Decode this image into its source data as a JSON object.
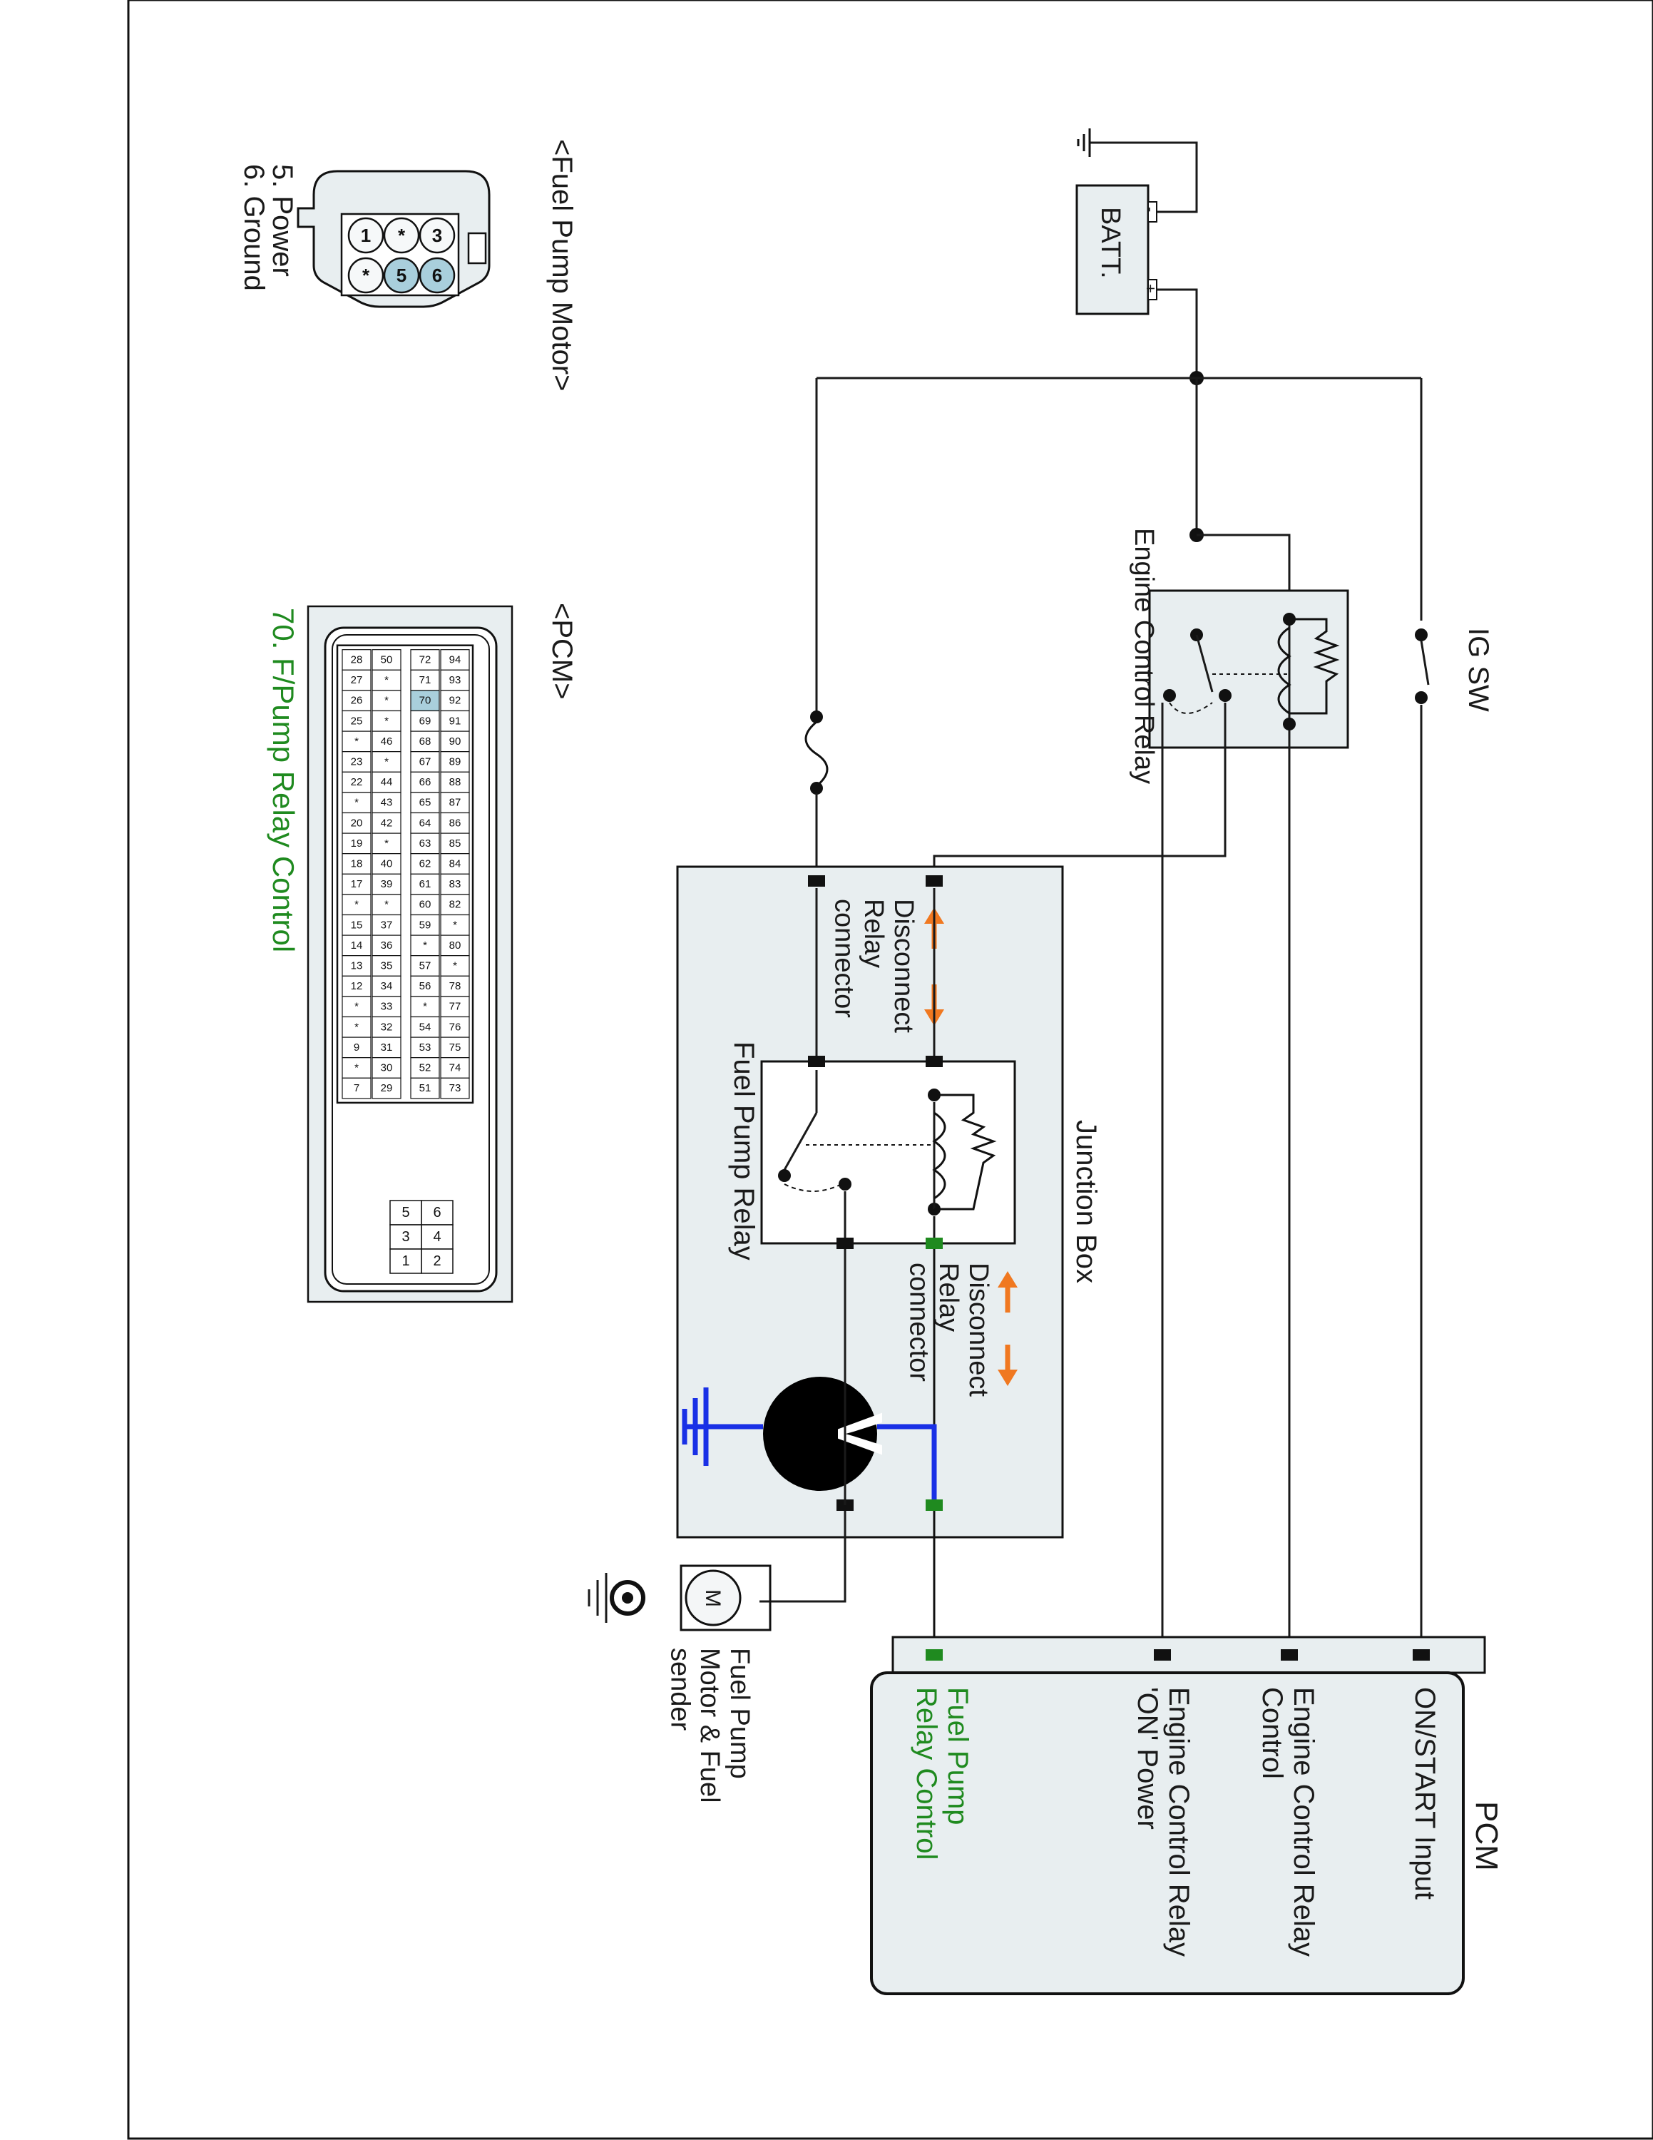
{
  "colors": {
    "box_fill": "#e8eef0",
    "wire": "#1a1a1a",
    "signal_wire": "#1930e6",
    "arrow": "#f07820",
    "connector_green": "#1f8a1f",
    "connector_black": "#111111",
    "pin_highlight": "#a9cfdc",
    "pcm_title_green": "#1f8a1f"
  },
  "labels": {
    "pump_motor_header": "<Fuel Pump Motor>",
    "pin_power": "5. Power",
    "pin_ground": "6. Ground",
    "pcm_header": "<PCM>",
    "pcm_pin_title": "70. F/Pump Relay Control",
    "battery": "BATT.",
    "battery_minus": "-",
    "battery_plus": "+",
    "ig_sw": "IG SW",
    "engine_control_relay": "Engine Control Relay",
    "junction_box": "Junction Box",
    "disconnect_a": [
      "Disconnect",
      "Relay",
      "connector"
    ],
    "disconnect_b": [
      "Disconnect",
      "Relay",
      "connector"
    ],
    "fuel_pump_relay": "Fuel Pump Relay",
    "voltmeter": "V",
    "motor": "M",
    "motor_label": [
      "Fuel Pump",
      "Motor & Fuel",
      "sender"
    ],
    "pcm_title": "PCM",
    "pcm_on_start": "ON/START Input",
    "pcm_ecr_control": [
      "Engine Control Relay",
      "Control"
    ],
    "pcm_ecr_power": [
      "Engine Control Relay",
      "'ON' Power"
    ],
    "pcm_fp_control": [
      "Fuel Pump",
      "Relay Control"
    ]
  },
  "pump_connector": {
    "rows": [
      [
        "3",
        "*",
        "1"
      ],
      [
        "6",
        "5",
        "*"
      ]
    ],
    "highlighted": [
      "6",
      "5"
    ]
  },
  "pcm_connector": {
    "rows": [
      [
        "94",
        "93",
        "92",
        "91",
        "90",
        "89",
        "88",
        "87",
        "86",
        "85",
        "84",
        "83",
        "82",
        "*",
        "80",
        "*",
        "78",
        "77",
        "76",
        "75",
        "74",
        "73"
      ],
      [
        "72",
        "71",
        "70",
        "69",
        "68",
        "67",
        "66",
        "65",
        "64",
        "63",
        "62",
        "61",
        "60",
        "59",
        "*",
        "57",
        "56",
        "*",
        "54",
        "53",
        "52",
        "51"
      ],
      [
        "50",
        "*",
        "*",
        "*",
        "46",
        "*",
        "44",
        "43",
        "42",
        "*",
        "40",
        "39",
        "*",
        "37",
        "36",
        "35",
        "34",
        "33",
        "32",
        "31",
        "30",
        "29"
      ],
      [
        "28",
        "27",
        "26",
        "25",
        "*",
        "23",
        "22",
        "*",
        "20",
        "19",
        "18",
        "17",
        "*",
        "15",
        "14",
        "13",
        "12",
        "*",
        "*",
        "9",
        "*",
        "7"
      ]
    ],
    "highlighted": [
      "70"
    ],
    "power_pins": [
      [
        "6",
        "5"
      ],
      [
        "4",
        "3"
      ],
      [
        "2",
        "1"
      ]
    ]
  }
}
